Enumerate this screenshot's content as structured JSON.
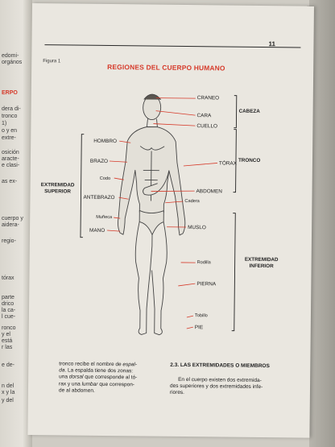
{
  "prev_page_fragments": [
    "edomi-",
    "orgános",
    "ERPO",
    "dera di-",
    "tronco",
    "1)",
    "o y en",
    "extre-",
    "osición",
    "aracte-",
    "e clasi-",
    "as ex-",
    "cuerpo y",
    "aidera-",
    "regio-",
    "tórax",
    "parte",
    "drico",
    "la ca-",
    "l cue-",
    "ronco",
    "y el",
    "está",
    "r las",
    "e de-",
    "n del",
    "x y la",
    "y del"
  ],
  "page_number": "11",
  "figure_label": "Figura 1",
  "title": "REGIONES DEL CUERPO HUMANO",
  "labels": {
    "craneo": "CRANEO",
    "cara": "CARA",
    "cuello": "CUELLO",
    "hombro": "HOMBRO",
    "brazo": "BRAZO",
    "torax": "TÓRAX",
    "codo": "Codo",
    "abdomen": "ABDOMEN",
    "antebrazo": "ANTEBRAZO",
    "cadera": "Cadera",
    "muneca": "Muñeca",
    "muslo": "MUSLO",
    "mano": "MANO",
    "rodilla": "Rodilla",
    "pierna": "PIERNA",
    "tobillo": "Tobillo",
    "pie": "PIE"
  },
  "groups": {
    "cabeza": "CABEZA",
    "tronco": "TRONCO",
    "extremidad_superior": "EXTREMIDAD SUPERIOR",
    "extremidad_inferior": "EXTREMIDAD INFERIOR"
  },
  "left_column": {
    "line1_a": "tronco recibe el nombre de ",
    "line1_b": "espal-",
    "line2_a": "da",
    "line2_b": ". La espalda tiene dos zonas:",
    "line3_a": "una ",
    "line3_b": "dorsal",
    "line3_c": " que corresponde al tó-",
    "line4_a": "rax y una ",
    "line4_b": "lumbar",
    "line4_c": " que correspon-",
    "line5": "de al abdomen."
  },
  "right_column": {
    "heading": "2.3. LAS EXTREMIDADES O MIEMBROS",
    "line1": "En el cuerpo existen dos extremida-",
    "line2": "des superiores y dos extremidades infe-",
    "line3": "riores."
  },
  "colors": {
    "accent": "#d63a2a",
    "ink": "#222222",
    "paper": "#eae7e0"
  }
}
